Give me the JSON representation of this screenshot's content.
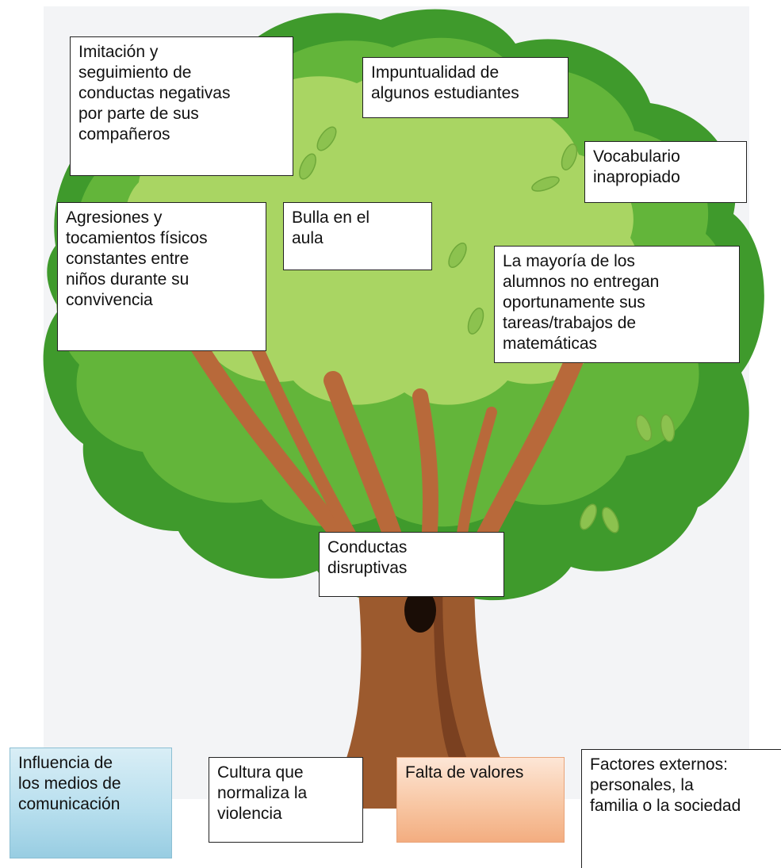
{
  "diagram": {
    "crown_effects": [
      {
        "id": "imitacion",
        "text": "Imitación y\nseguimiento de\nconductas negativas\npor parte de sus\ncompañeros"
      },
      {
        "id": "impuntualidad",
        "text": "Impuntualidad de\nalgunos estudiantes"
      },
      {
        "id": "vocabulario",
        "text": "Vocabulario\ninapropiado"
      },
      {
        "id": "agresiones",
        "text": "Agresiones y\ntocamientos físicos\nconstantes entre\nniños durante su\nconvivencia"
      },
      {
        "id": "bulla",
        "text": "Bulla en el\naula"
      },
      {
        "id": "tareas",
        "text": "La mayoría de los\nalumnos no entregan\noportunamente sus\ntareas/trabajos de\nmatemáticas"
      }
    ],
    "trunk_problem": {
      "id": "conductas",
      "text": "Conductas\ndisruptivas"
    },
    "root_causes": [
      {
        "id": "medios",
        "text": "Influencia de\nlos medios de\ncomunicación",
        "style": "blue"
      },
      {
        "id": "cultura",
        "text": "Cultura que\nnormaliza la\nviolencia",
        "style": "white"
      },
      {
        "id": "valores",
        "text": "Falta de valores",
        "style": "orange"
      },
      {
        "id": "externos",
        "text": "Factores externos:\npersonales, la\nfamilia o la sociedad",
        "style": "open"
      }
    ]
  },
  "colors": {
    "foliage_dark": "#3f9a2c",
    "foliage_mid": "#63b53a",
    "foliage_light": "#a9d563",
    "trunk": "#9c5a2e",
    "trunk_dark": "#7a4020",
    "branch": "#b8693a",
    "background_panel": "#f3f4f6"
  }
}
